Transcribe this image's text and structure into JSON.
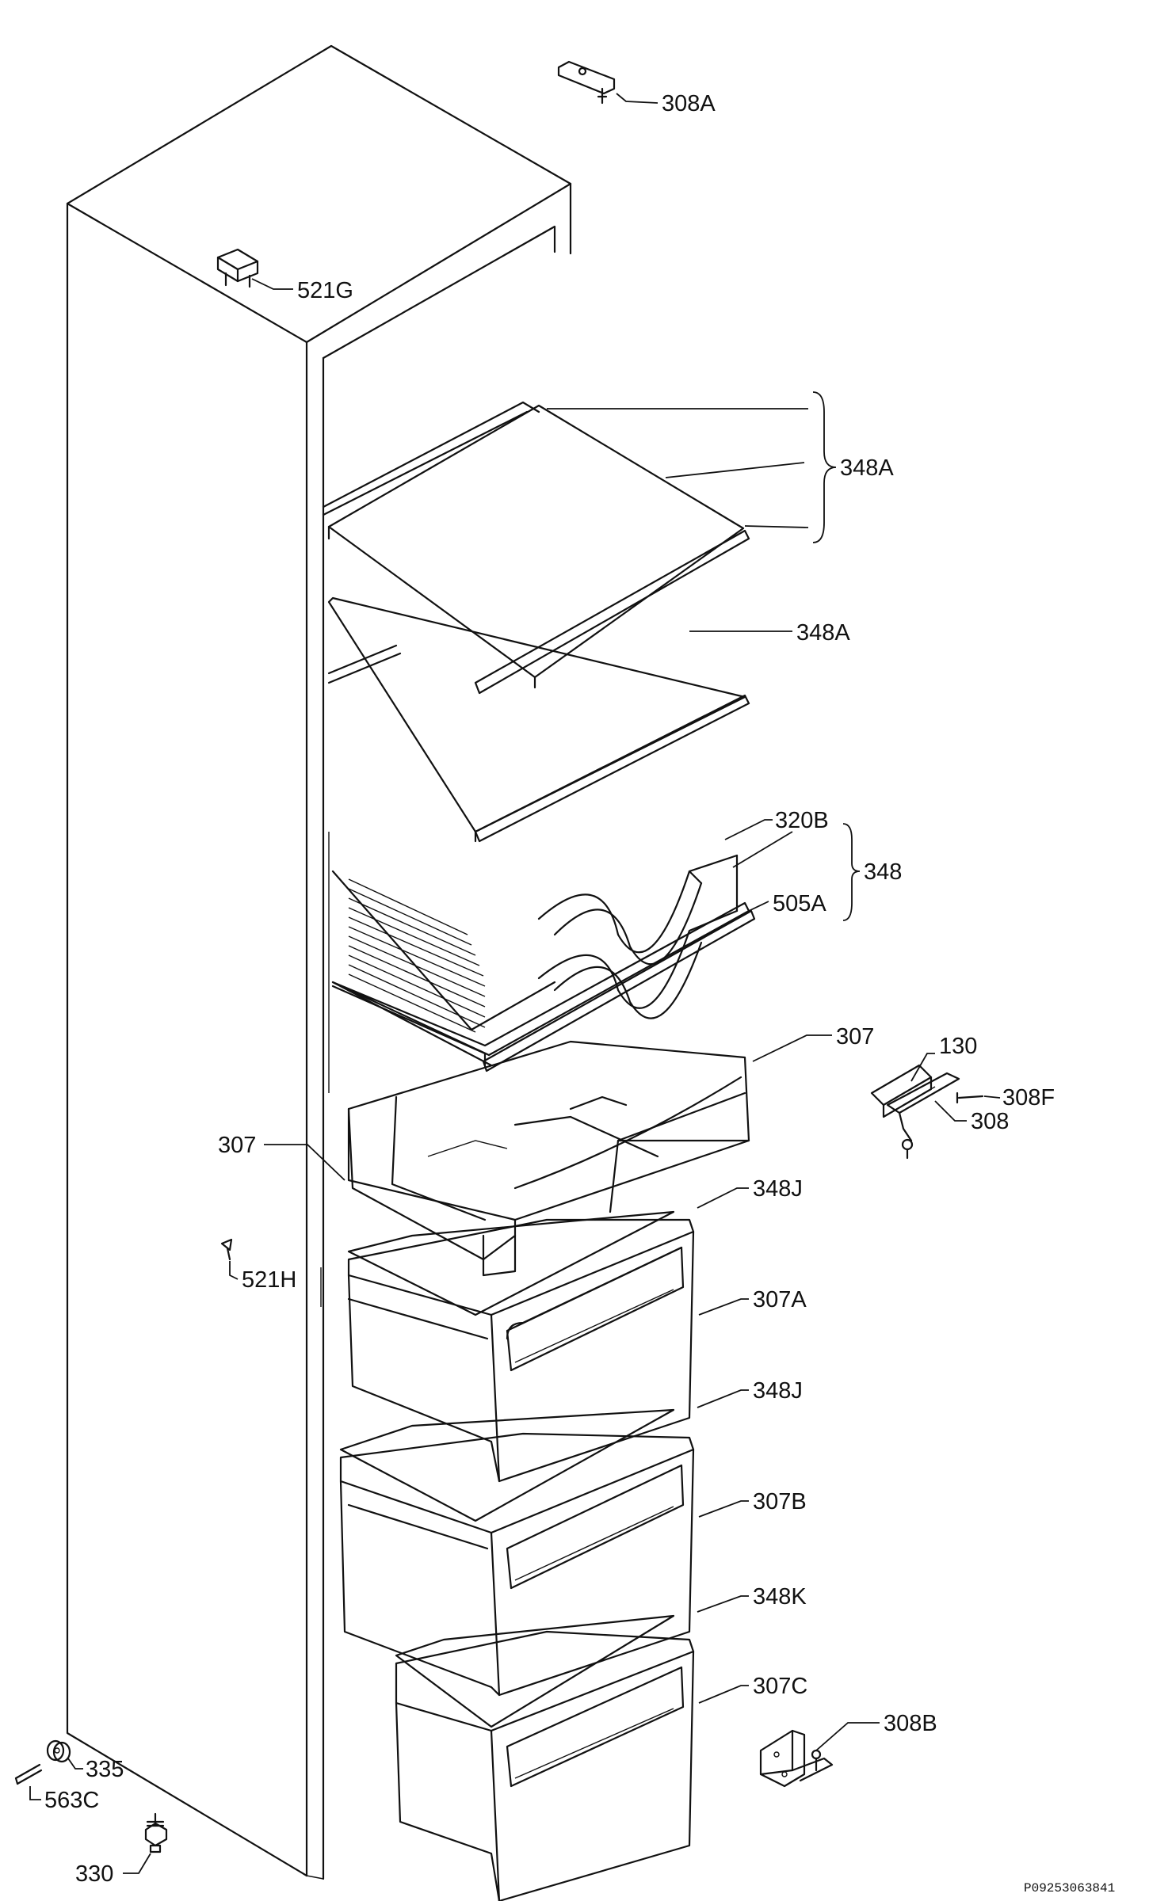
{
  "labels": {
    "308A": "308A",
    "521G": "521G",
    "348A_top": "348A",
    "348A_mid": "348A",
    "320B": "320B",
    "348": "348",
    "505A": "505A",
    "307_right": "307",
    "130": "130",
    "308F": "308F",
    "308": "308",
    "307_left": "307",
    "348J_top": "348J",
    "521H": "521H",
    "307A": "307A",
    "348J_low": "348J",
    "307B": "307B",
    "348K": "348K",
    "307C": "307C",
    "308B": "308B",
    "335": "335",
    "563C": "563C",
    "330": "330"
  },
  "reference": "P09253063841"
}
